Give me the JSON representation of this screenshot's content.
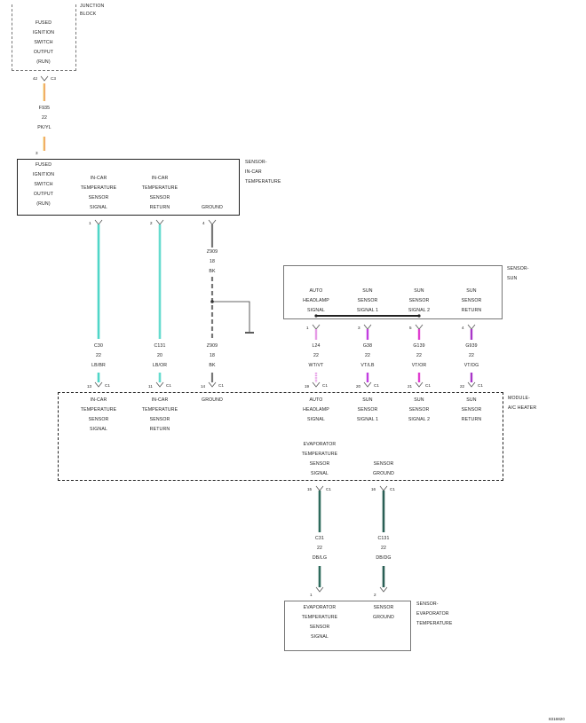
{
  "junction_block": {
    "name": "JUNCTION BLOCK",
    "output_lines": [
      "FUSED",
      "IGNITION",
      "SWITCH",
      "OUTPUT",
      "(RUN)"
    ],
    "pin": "42",
    "connector": "C3"
  },
  "wire_f935": {
    "circuit": "F935",
    "gauge": "22",
    "color": "PK/YL",
    "color_hex": "#f2a96b"
  },
  "sensor_in_car": {
    "name_lines": [
      "SENSOR-",
      "IN-CAR",
      "TEMPERATURE"
    ],
    "pin_fused": "3",
    "terminals": [
      {
        "lines": [
          "FUSED",
          "IGNITION",
          "SWITCH",
          "OUTPUT",
          "(RUN)"
        ]
      },
      {
        "lines": [
          "IN-CAR",
          "TEMPERATURE",
          "SENSOR",
          "SIGNAL"
        ],
        "pin": "1"
      },
      {
        "lines": [
          "IN-CAR",
          "TEMPERATURE",
          "SENSOR",
          "RETURN"
        ],
        "pin": "2"
      },
      {
        "lines": [
          "GROUND"
        ],
        "pin": "4"
      }
    ]
  },
  "ground_wire_top": {
    "circuit": "Z909",
    "gauge": "18",
    "color": "BK",
    "color_hex": "#777777"
  },
  "sensor_sun": {
    "name_lines": [
      "SENSOR-",
      "SUN"
    ],
    "terminals": [
      {
        "lines": [
          "AUTO",
          "HEADLAMP",
          "SIGNAL"
        ],
        "pin": "1"
      },
      {
        "lines": [
          "SUN",
          "SENSOR",
          "SIGNAL 1"
        ],
        "pin": "3"
      },
      {
        "lines": [
          "SUN",
          "SENSOR",
          "SIGNAL 2"
        ],
        "pin": "5"
      },
      {
        "lines": [
          "SUN",
          "SENSOR",
          "RETURN"
        ],
        "pin": "4"
      }
    ]
  },
  "mid_wires": [
    {
      "circuit": "C30",
      "gauge": "22",
      "color": "LB/BR",
      "pin": "13",
      "connector": "C1",
      "color_hex": "#4fd6c8"
    },
    {
      "circuit": "C131",
      "gauge": "20",
      "color": "LB/OR",
      "pin": "11",
      "connector": "C1",
      "color_hex": "#66dccf"
    },
    {
      "circuit": "Z909",
      "gauge": "18",
      "color": "BK",
      "pin": "14",
      "connector": "C1",
      "color_hex": "#777777"
    },
    {
      "circuit": "L24",
      "gauge": "22",
      "color": "WT/VT",
      "pin": "19",
      "connector": "C1",
      "color_hex": "#e69be6"
    },
    {
      "circuit": "G38",
      "gauge": "22",
      "color": "VT/LB",
      "pin": "20",
      "connector": "C1",
      "color_hex": "#c23ee0"
    },
    {
      "circuit": "G139",
      "gauge": "22",
      "color": "VT/OR",
      "pin": "21",
      "connector": "C1",
      "color_hex": "#e03fd0"
    },
    {
      "circuit": "G939",
      "gauge": "22",
      "color": "VT/DG",
      "pin": "22",
      "connector": "C1",
      "color_hex": "#a836c8"
    }
  ],
  "module_ac": {
    "name_lines": [
      "MODULE-",
      "A/C HEATER"
    ],
    "terminals": [
      {
        "lines": [
          "IN-CAR",
          "TEMPERATURE",
          "SENSOR",
          "SIGNAL"
        ]
      },
      {
        "lines": [
          "IN-CAR",
          "TEMPERATURE",
          "SENSOR",
          "RETURN"
        ]
      },
      {
        "lines": [
          "GROUND"
        ]
      },
      {
        "lines": [
          "AUTO",
          "HEADLAMP",
          "SIGNAL"
        ]
      },
      {
        "lines": [
          "SUN",
          "SENSOR",
          "SIGNAL 1"
        ]
      },
      {
        "lines": [
          "SUN",
          "SENSOR",
          "SIGNAL 2"
        ]
      },
      {
        "lines": [
          "SUN",
          "SENSOR",
          "RETURN"
        ]
      },
      {
        "lines": [
          "EVAPORATOR",
          "TEMPERATURE",
          "SENSOR",
          "SIGNAL"
        ],
        "pin": "15",
        "connector": "C1"
      },
      {
        "lines": [
          "SENSOR",
          "GROUND"
        ],
        "pin": "16",
        "connector": "C1"
      }
    ]
  },
  "bottom_wires": [
    {
      "circuit": "C31",
      "gauge": "22",
      "color": "DB/LG",
      "color_hex": "#2e6b5c"
    },
    {
      "circuit": "C131",
      "gauge": "22",
      "color": "DB/DG",
      "color_hex": "#2a5f55"
    }
  ],
  "sensor_evap": {
    "name_lines": [
      "SENSOR-",
      "EVAPORATOR",
      "TEMPERATURE"
    ],
    "terminals": [
      {
        "lines": [
          "EVAPORATOR",
          "TEMPERATURE",
          "SENSOR",
          "SIGNAL"
        ],
        "pin": "1"
      },
      {
        "lines": [
          "SENSOR",
          "GROUND"
        ],
        "pin": "2"
      }
    ]
  },
  "figure_id": "8316820"
}
